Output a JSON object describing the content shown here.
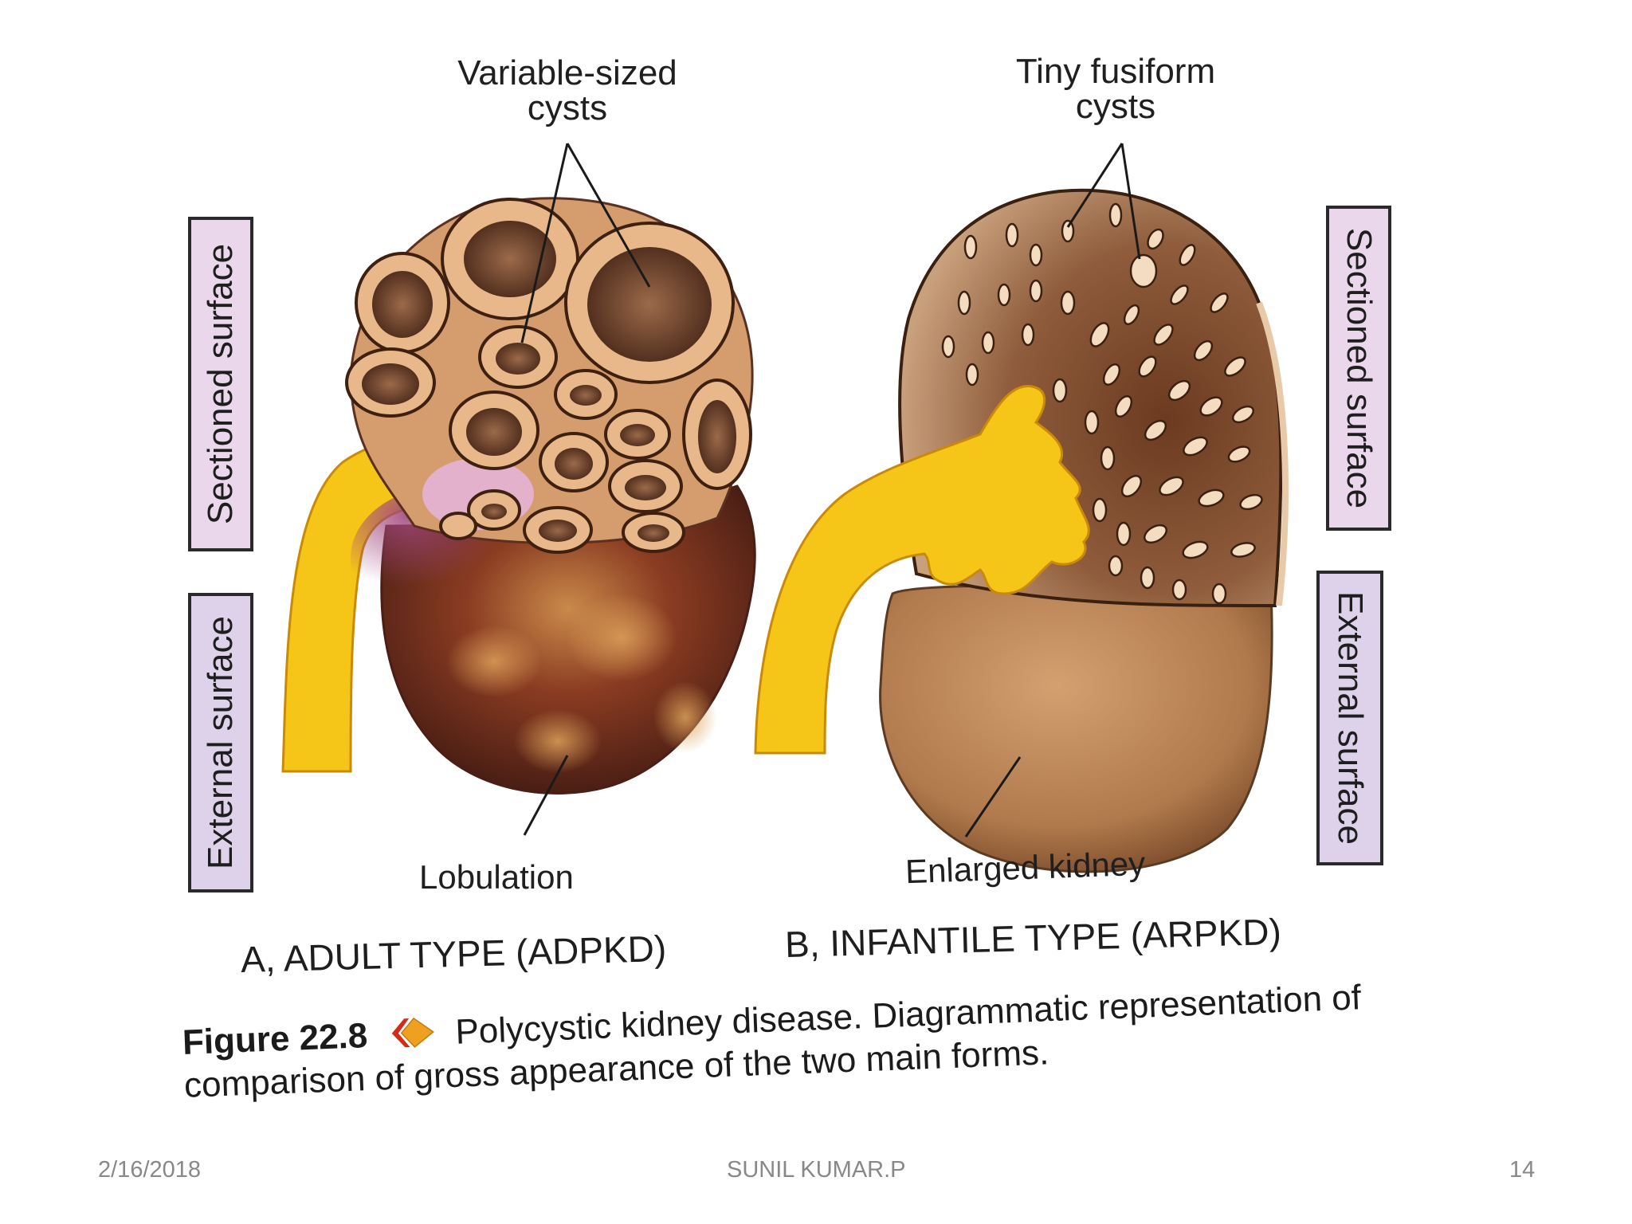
{
  "labels": {
    "variable_cysts": "Variable-sized cysts",
    "tiny_cysts": "Tiny fusiform cysts",
    "lobulation": "Lobulation",
    "enlarged_kidney": "Enlarged kidney"
  },
  "side_labels": {
    "left_sectioned": "Sectioned surface",
    "left_external": "External surface",
    "right_sectioned": "Sectioned surface",
    "right_external": "External surface"
  },
  "panels": {
    "a_title": "A, ADULT TYPE (ADPKD)",
    "b_title": "B, INFANTILE TYPE (ARPKD)"
  },
  "caption": {
    "figure_number": "Figure 22.8",
    "text": "Polycystic kidney disease. Diagrammatic representation of comparison of gross appearance of the two main forms."
  },
  "footer": {
    "date": "2/16/2018",
    "author": "SUNIL KUMAR.P",
    "page_number": "14"
  },
  "colors": {
    "ureter_yellow": "#f5c518",
    "kidney_brown": "#8a5a3a",
    "sectioned_box": "#ead7ec",
    "caption_bullet": "#f0a020"
  }
}
